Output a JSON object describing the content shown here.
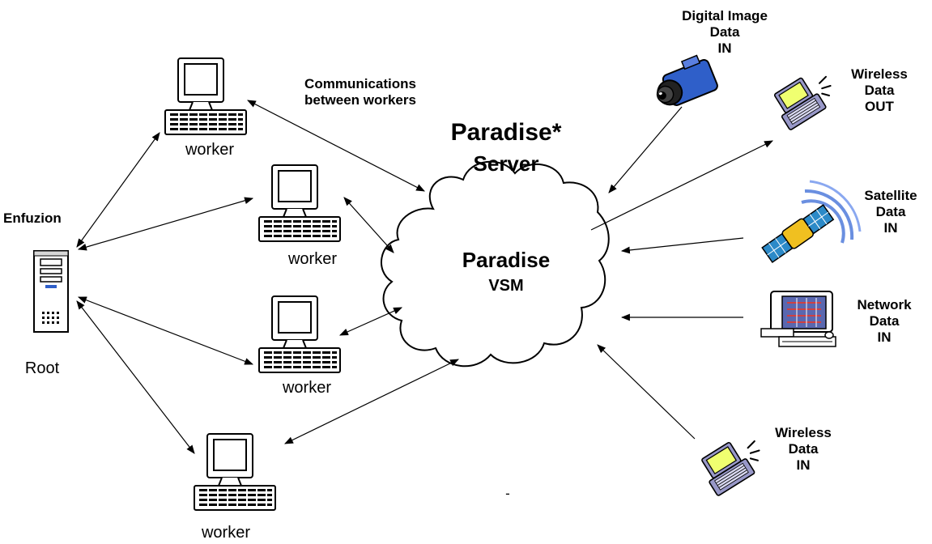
{
  "cloud": {
    "title": "Paradise*",
    "subtitle": "Server",
    "inner_title": "Paradise",
    "inner_subtitle": "VSM"
  },
  "root": {
    "top_label": "Enfuzion",
    "bottom_label": "Root"
  },
  "workers": [
    {
      "label": "worker"
    },
    {
      "label": "worker"
    },
    {
      "label": "worker"
    },
    {
      "label": "worker"
    }
  ],
  "comms_label": [
    "Communications",
    "between workers"
  ],
  "sources": {
    "camera": [
      "Digital Image",
      "Data",
      "IN"
    ],
    "wireless_out": [
      "Wireless",
      "Data",
      "OUT"
    ],
    "satellite": [
      "Satellite",
      "Data",
      "IN"
    ],
    "network": [
      "Network",
      "Data",
      "IN"
    ],
    "wireless_in": [
      "Wireless",
      "Data",
      "IN"
    ]
  },
  "stray_mark": "-",
  "colors": {
    "line": "#000000",
    "cloud_fill": "#ffffff",
    "computer_body": "#ffffff",
    "camera_body": "#2f5fc9",
    "laptop_body": "#9898c8",
    "laptop_screen": "#f0ff70",
    "satellite_panel": "#2c8ac8",
    "satellite_body": "#f0c020",
    "signal_arc": "#6a8fe0",
    "monitor_screen": "#5a68b0"
  }
}
